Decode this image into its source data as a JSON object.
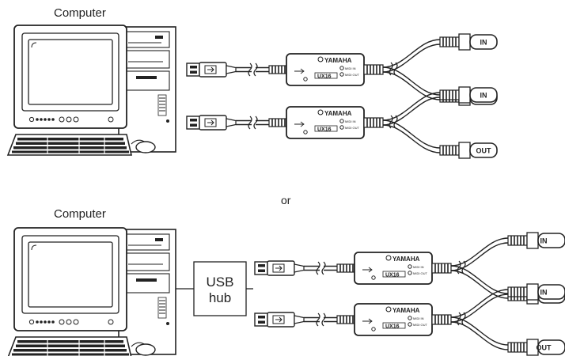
{
  "labels": {
    "computer_top": "Computer",
    "computer_bottom": "Computer",
    "or": "or"
  },
  "hub": {
    "line1": "USB",
    "line2": "hub"
  },
  "interface": {
    "brand": "YAMAHA",
    "model": "UX16",
    "led_in": "MIDI IN",
    "led_out": "MIDI OUT"
  },
  "connectors": {
    "in": "IN",
    "out": "OUT"
  },
  "icons": [
    "computer-tower-icon",
    "crt-monitor-icon",
    "keyboard-icon",
    "mouse-icon",
    "usb-plug-icon",
    "midi-plug-icon"
  ],
  "colors": {
    "line": "#222222",
    "background": "#ffffff",
    "screen": "#ffffff"
  }
}
